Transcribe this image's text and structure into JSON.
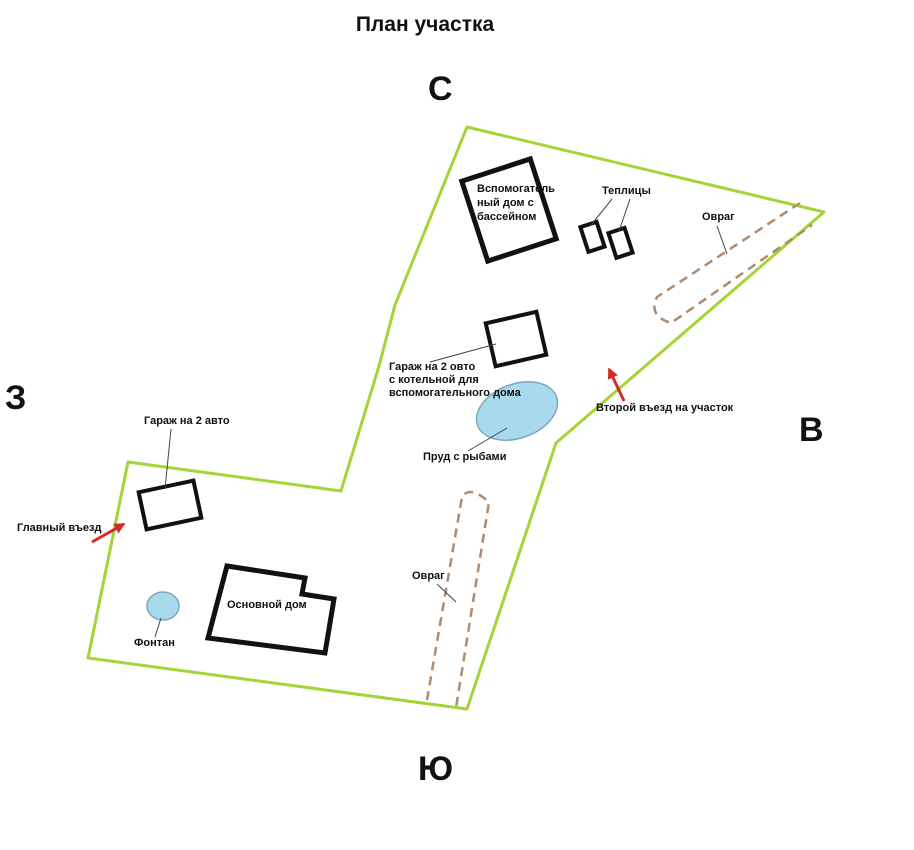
{
  "title": "План участка",
  "compass": {
    "north": "С",
    "south": "Ю",
    "west": "З",
    "east": "В"
  },
  "colors": {
    "boundary": "#a4d435",
    "building": "#111111",
    "water_fill": "#a9d9ec",
    "water_stroke": "#7fa6ba",
    "ravine": "#b08a70",
    "arrow": "#d42a2a",
    "leader": "#444444"
  },
  "features": {
    "aux_house": {
      "label_lines": [
        "Вспомогатель",
        "ный дом с",
        "бассейном"
      ]
    },
    "greenhouses": {
      "label": "Теплицы"
    },
    "aux_garage": {
      "label_lines": [
        "Гараж на 2 овто",
        "с котельной для",
        "вспомогательного дома"
      ]
    },
    "garage": {
      "label": "Гараж на 2 авто"
    },
    "main_house": {
      "label": "Основной дом"
    },
    "pond": {
      "label": "Пруд с рыбами"
    },
    "fountain": {
      "label": "Фонтан"
    },
    "ravine_north": {
      "label": "Овраг"
    },
    "ravine_south": {
      "label": "Овраг"
    },
    "main_entrance": {
      "label": "Главный въезд"
    },
    "second_entrance": {
      "label": "Второй въезд на участок"
    }
  }
}
